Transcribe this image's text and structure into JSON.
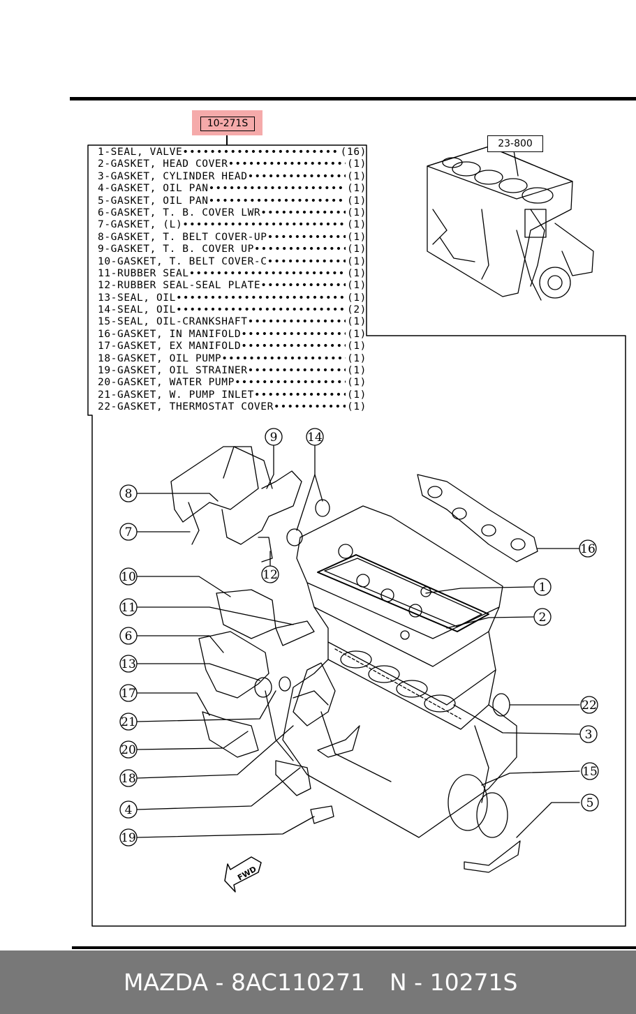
{
  "kit_number": "10-271S",
  "engine_block_ref": "23-800",
  "parts": [
    {
      "label": "1-SEAL, VALVE",
      "qty": "(16)"
    },
    {
      "label": "2-GASKET, HEAD COVER",
      "qty": "(1)"
    },
    {
      "label": "3-GASKET, CYLINDER HEAD",
      "qty": "(1)"
    },
    {
      "label": "4-GASKET, OIL PAN",
      "qty": "(1)"
    },
    {
      "label": "5-GASKET, OIL PAN",
      "qty": "(1)"
    },
    {
      "label": "6-GASKET, T. B. COVER LWR",
      "qty": "(1)"
    },
    {
      "label": "7-GASKET, (L)",
      "qty": "(1)"
    },
    {
      "label": "8-GASKET, T. BELT COVER-UP",
      "qty": "(1)"
    },
    {
      "label": "9-GASKET, T. B. COVER UP",
      "qty": "(1)"
    },
    {
      "label": "10-GASKET, T. BELT COVER-C",
      "qty": "(1)"
    },
    {
      "label": "11-RUBBER SEAL",
      "qty": "(1)"
    },
    {
      "label": "12-RUBBER SEAL-SEAL PLATE",
      "qty": "(1)"
    },
    {
      "label": "13-SEAL, OIL",
      "qty": "(1)"
    },
    {
      "label": "14-SEAL, OIL",
      "qty": "(2)"
    },
    {
      "label": "15-SEAL, OIL-CRANKSHAFT",
      "qty": "(1)"
    },
    {
      "label": "16-GASKET, IN MANIFOLD",
      "qty": "(1)"
    },
    {
      "label": "17-GASKET, EX MANIFOLD",
      "qty": "(1)"
    },
    {
      "label": "18-GASKET, OIL PUMP",
      "qty": "(1)"
    },
    {
      "label": "19-GASKET, OIL STRAINER",
      "qty": "(1)"
    },
    {
      "label": "20-GASKET, WATER PUMP",
      "qty": "(1)"
    },
    {
      "label": "21-GASKET, W. PUMP INLET",
      "qty": "(1)"
    },
    {
      "label": "22-GASKET, THERMOSTAT COVER",
      "qty": "(1)"
    }
  ],
  "callouts": [
    "1",
    "2",
    "3",
    "4",
    "5",
    "6",
    "7",
    "8",
    "9",
    "10",
    "11",
    "12",
    "13",
    "14",
    "15",
    "16",
    "17",
    "18",
    "19",
    "20",
    "21",
    "22"
  ],
  "fwd_label": "FWD",
  "footer": {
    "brand_part": "MAZDA - 8AC110271",
    "kit_code": "N - 10271S"
  },
  "colors": {
    "highlight": "#f5aaaa",
    "footer_bg": "#787878",
    "footer_text": "#ffffff"
  }
}
